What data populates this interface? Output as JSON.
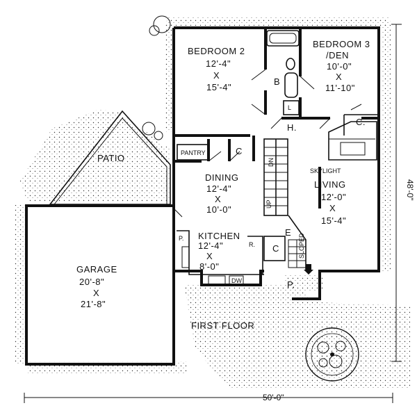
{
  "rooms": {
    "bedroom2": {
      "name": "BEDROOM 2",
      "w": "12'-4\"",
      "x": "X",
      "h": "15'-4\""
    },
    "bedroom3": {
      "name1": "BEDROOM 3",
      "name2": "/DEN",
      "w": "10'-0\"",
      "x": "X",
      "h": "11'-10\""
    },
    "patio": {
      "name": "PATIO"
    },
    "pantry": {
      "name": "PANTRY"
    },
    "dining": {
      "name": "DINING",
      "w": "12'-4\"",
      "x": "X",
      "h": "10'-0\""
    },
    "living": {
      "name": "LIVING",
      "w": "12'-0\"",
      "x": "X",
      "h": "15'-4\""
    },
    "kitchen": {
      "name": "KITCHEN",
      "w": "12'-4\"",
      "x": "X",
      "h": "8'-0\""
    },
    "garage": {
      "name": "GARAGE",
      "w": "20'-8\"",
      "x": "X",
      "h": "21'-8\""
    }
  },
  "labels": {
    "bath": "B",
    "linen": "L",
    "hall": "H.",
    "closet_c": "C",
    "closet_c2": "C.",
    "closet_c3": "C",
    "entry": "E",
    "porch": "P.",
    "skylight": "SKYLIGHT",
    "sloped": "SLOPED",
    "stair_dn": "DN",
    "stair_up": "UP",
    "pantry_p": "P.",
    "refrigerator": "R.",
    "dishwasher": "DW",
    "floor": "FIRST FLOOR"
  },
  "dimensions": {
    "width": "50'-0\"",
    "depth": "48'-0\""
  }
}
